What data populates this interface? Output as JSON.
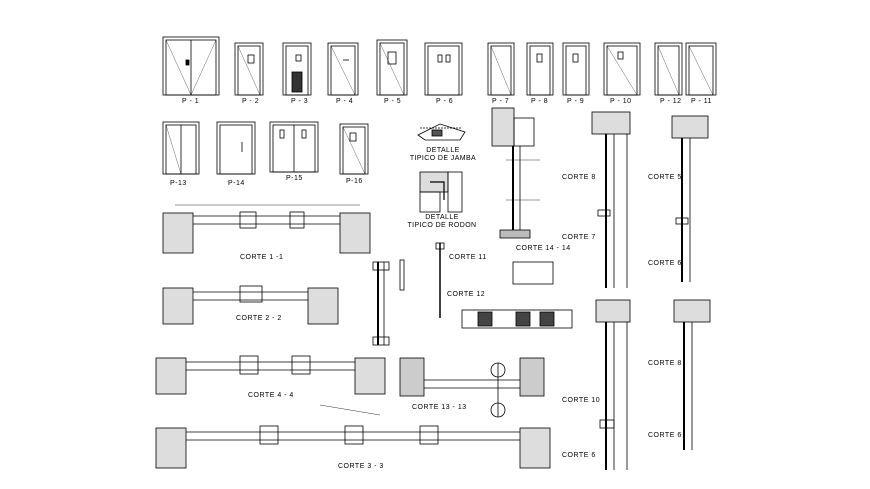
{
  "doors_row1": [
    "P - 1",
    "P - 2",
    "P - 3",
    "P - 4",
    "P - 5",
    "P - 6",
    "P - 7",
    "P - 8",
    "P - 9",
    "P - 10",
    "P - 12",
    "P - 11"
  ],
  "doors_row2": [
    "P-13",
    "P-14",
    "P-15",
    "P-16"
  ],
  "details": {
    "jamba_line1": "DETALLE",
    "jamba_line2": "TIPICO DE JAMBA",
    "rodon_line1": "DETALLE",
    "rodon_line2": "TIPICO DE RODON"
  },
  "sections": {
    "c11": "CORTE 1 -1",
    "c22": "CORTE 2 - 2",
    "c44": "CORTE 4 - 4",
    "c33": "CORTE 3 - 3",
    "c1313": "CORTE 13 - 13",
    "c1414": "CORTE 14 - 14",
    "c11b": "CORTE 11",
    "c12": "CORTE 12",
    "c8a": "CORTE 8",
    "c7": "CORTE 7",
    "c5": "CORTE 5",
    "c6a": "CORTE 6",
    "c8b": "CORTE 8",
    "c10": "CORTE 10",
    "c6b": "CORTE 6",
    "c6c": "CORTE 6"
  }
}
